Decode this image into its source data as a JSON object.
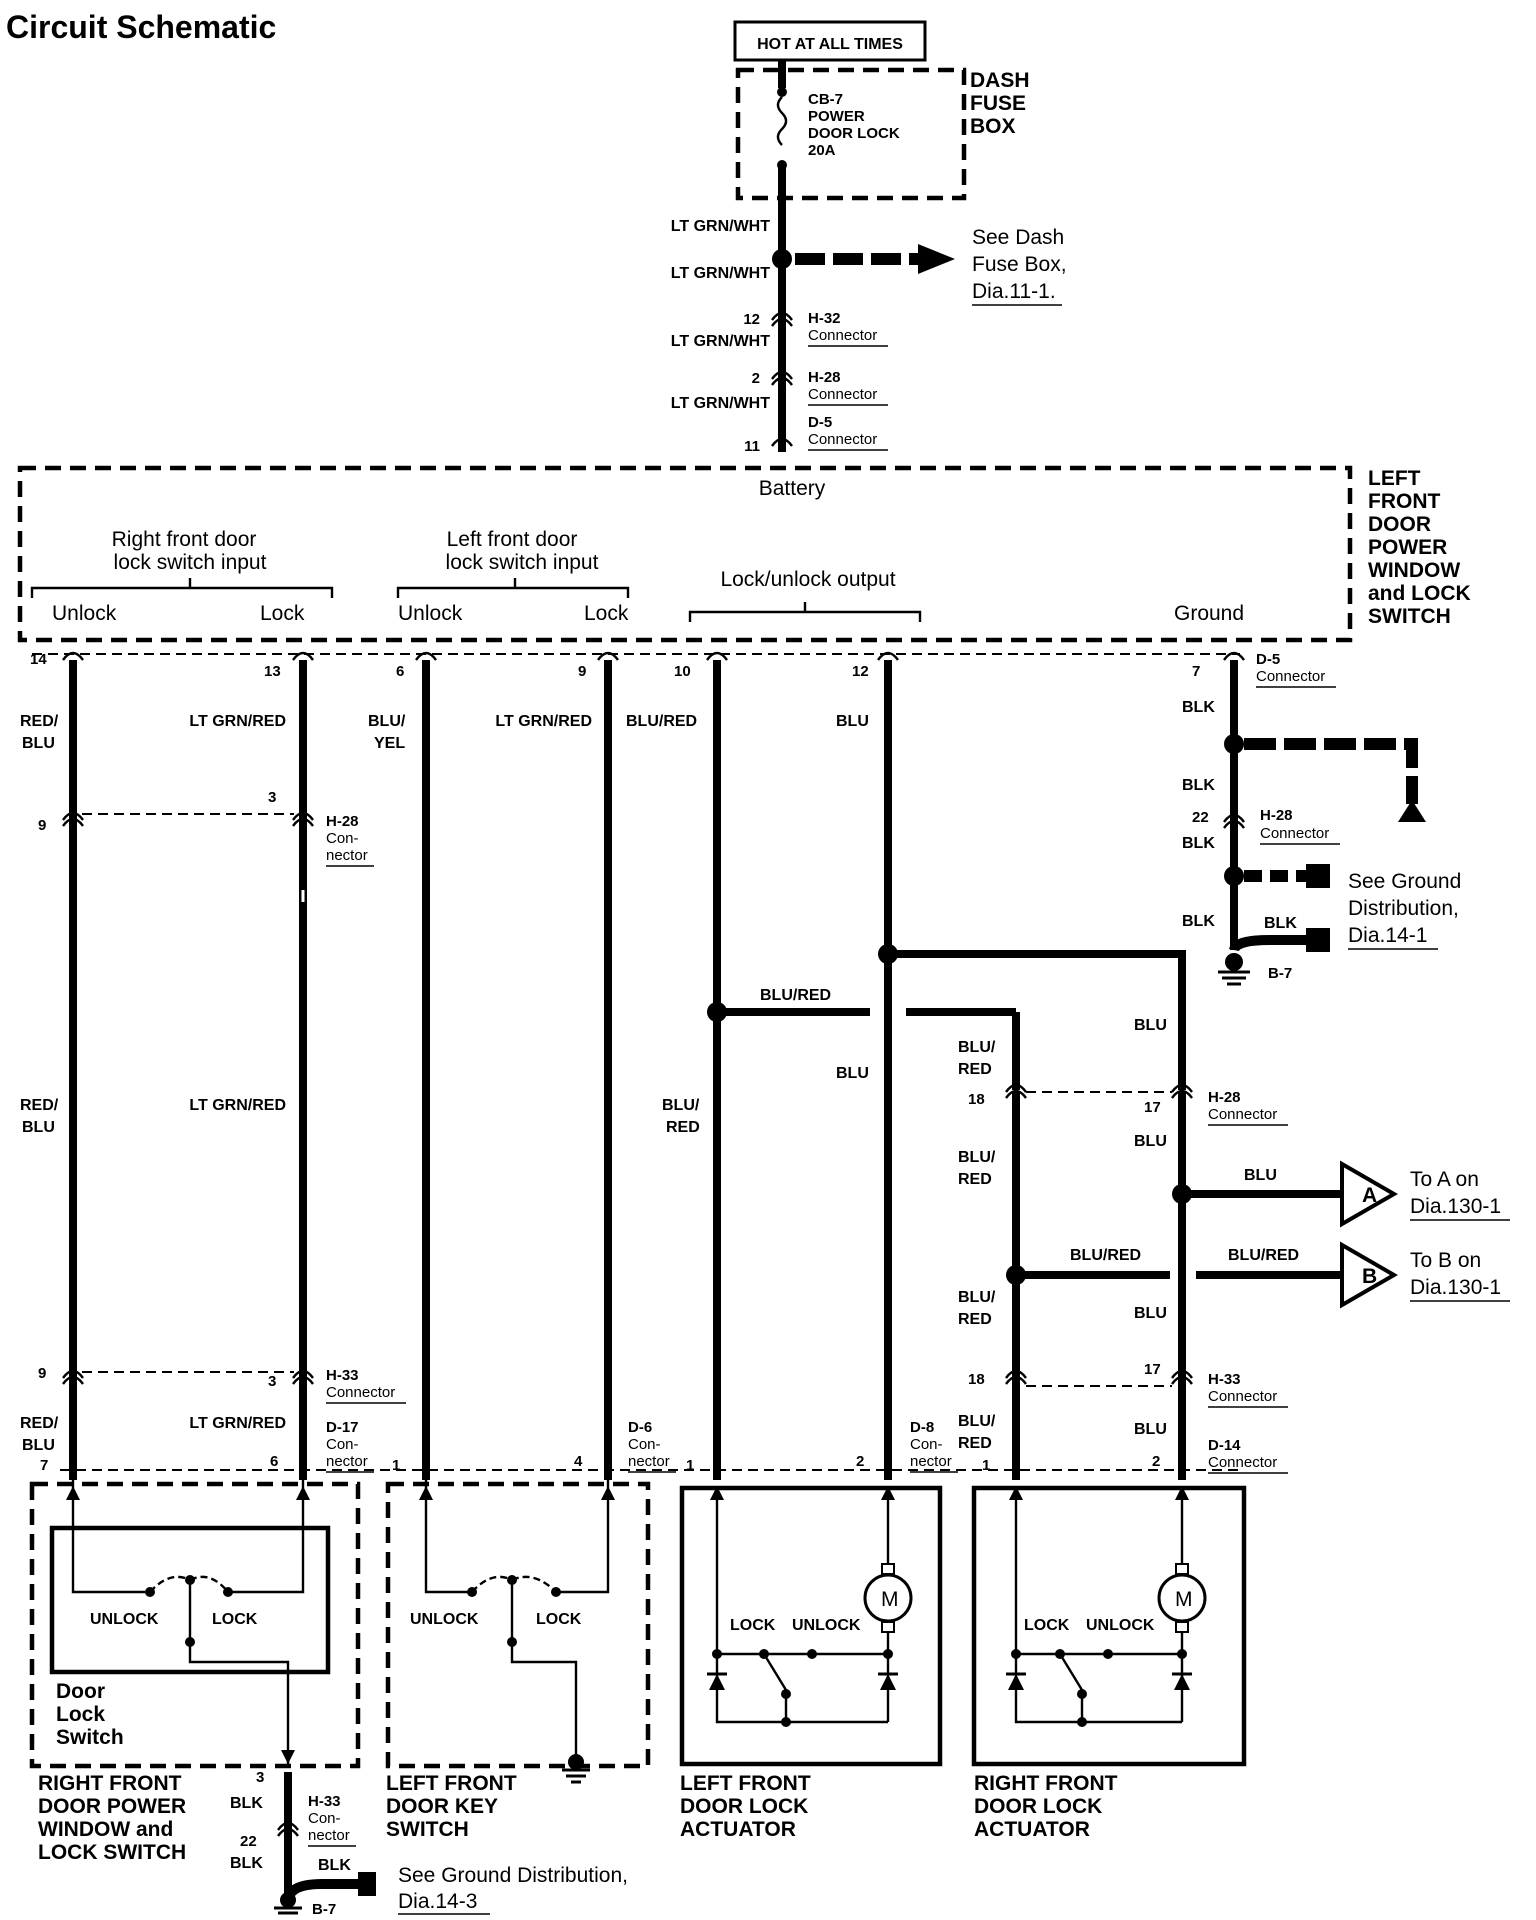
{
  "title": "Circuit Schematic",
  "hot_at_all_times": "HOT AT ALL TIMES",
  "fuse": {
    "line1": "CB-7",
    "line2": "POWER",
    "line3": "DOOR LOCK",
    "line4": "20A"
  },
  "dash_fuse_box": {
    "line1": "DASH",
    "line2": "FUSE",
    "line3": "BOX"
  },
  "see_dash_fuse": {
    "line1": "See Dash",
    "line2": "Fuse Box,",
    "line3": "Dia.11-1."
  },
  "master_switch": {
    "line1": "LEFT",
    "line2": "FRONT",
    "line3": "DOOR",
    "line4": "POWER",
    "line5": "WINDOW",
    "line6": "and LOCK",
    "line7": "SWITCH",
    "battery": "Battery",
    "rf_input_1": "Right front door",
    "rf_input_2": "lock switch input",
    "lf_input_1": "Left front door",
    "lf_input_2": "lock switch input",
    "lock_unlock_output": "Lock/unlock output",
    "unlock": "Unlock",
    "lock": "Lock",
    "ground": "Ground"
  },
  "wires": {
    "lt_grn_wht": "LT GRN/WHT",
    "red_blu_1": "RED/",
    "red_blu_2": "BLU",
    "lt_grn_red": "LT GRN/RED",
    "blu_yel_1": "BLU/",
    "blu_yel_2": "YEL",
    "blu_red": "BLU/RED",
    "blu_red_1": "BLU/",
    "blu_red_2": "RED",
    "blu": "BLU",
    "blk": "BLK"
  },
  "connectors": {
    "h32": "H-32",
    "h28": "H-28",
    "h33": "H-33",
    "d5": "D-5",
    "d6": "D-6",
    "d8": "D-8",
    "d14": "D-14",
    "d17": "D-17",
    "b7": "B-7",
    "connector": "Connector",
    "con": "Con-",
    "nector": "nector"
  },
  "pins": {
    "p12": "12",
    "p2": "2",
    "p11": "11",
    "p14": "14",
    "p13": "13",
    "p6": "6",
    "p9": "9",
    "p10": "10",
    "p7": "7",
    "p3": "3",
    "p22": "22",
    "p18": "18",
    "p17": "17",
    "p4": "4",
    "p1": "1"
  },
  "ground_ref_1": {
    "line1": "See Ground",
    "line2": "Distribution,",
    "line3": "Dia.14-1"
  },
  "ground_ref_2": {
    "line1": "See Ground Distribution,",
    "line2": "Dia.14-3"
  },
  "ref_a": {
    "letter": "A",
    "line1": "To A on",
    "line2": "Dia.130-1"
  },
  "ref_b": {
    "letter": "B",
    "line1": "To B on",
    "line2": "Dia.130-1"
  },
  "switch_labels": {
    "unlock": "UNLOCK",
    "lock": "LOCK",
    "motor": "M"
  },
  "door_lock_switch": {
    "line1": "Door",
    "line2": "Lock",
    "line3": "Switch"
  },
  "components": {
    "rf_switch": {
      "line1": "RIGHT FRONT",
      "line2": "DOOR POWER",
      "line3": "WINDOW and",
      "line4": "LOCK SWITCH"
    },
    "lf_key": {
      "line1": "LEFT FRONT",
      "line2": "DOOR KEY",
      "line3": "SWITCH"
    },
    "lf_actuator": {
      "line1": "LEFT FRONT",
      "line2": "DOOR LOCK",
      "line3": "ACTUATOR"
    },
    "rf_actuator": {
      "line1": "RIGHT FRONT",
      "line2": "DOOR LOCK",
      "line3": "ACTUATOR"
    }
  }
}
